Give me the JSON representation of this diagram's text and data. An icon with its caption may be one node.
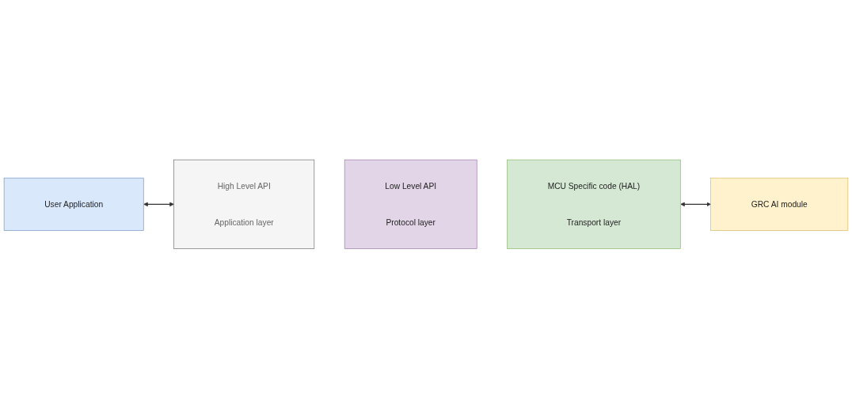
{
  "diagram": {
    "nodes": [
      {
        "text": [
          "User Application"
        ]
      },
      {
        "text": [
          "High Level API",
          "Application layer"
        ]
      },
      {
        "text": [
          "Low Level API",
          "Protocol layer"
        ]
      },
      {
        "text": [
          "MCU Specific code (HAL)",
          "Transport layer"
        ]
      },
      {
        "text": [
          "GRC AI module"
        ]
      }
    ],
    "edges": [
      {
        "from": 0,
        "to": 1,
        "arrow": "both"
      },
      {
        "from": 3,
        "to": 4,
        "arrow": "both"
      }
    ]
  }
}
